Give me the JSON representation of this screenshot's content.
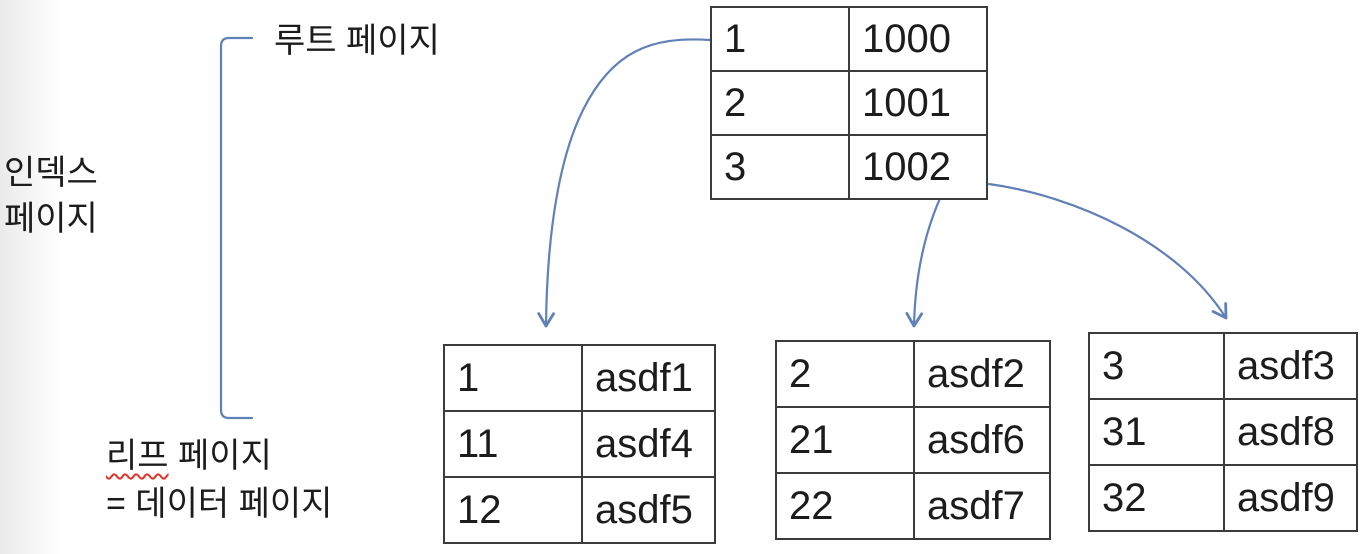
{
  "labels": {
    "root_page": "루트 페이지",
    "index_page_line1": "인덱스",
    "index_page_line2": "페이지",
    "leaf_page_word": "리프",
    "leaf_page_rest": " 페이지",
    "leaf_page_line2": "= 데이터 페이지"
  },
  "tables": {
    "root": {
      "rows": [
        {
          "key": "1",
          "value": "1000"
        },
        {
          "key": "2",
          "value": "1001"
        },
        {
          "key": "3",
          "value": "1002"
        }
      ]
    },
    "leaf1": {
      "rows": [
        {
          "key": "1",
          "value": "asdf1"
        },
        {
          "key": "11",
          "value": "asdf4"
        },
        {
          "key": "12",
          "value": "asdf5"
        }
      ]
    },
    "leaf2": {
      "rows": [
        {
          "key": "2",
          "value": "asdf2"
        },
        {
          "key": "21",
          "value": "asdf6"
        },
        {
          "key": "22",
          "value": "asdf7"
        }
      ]
    },
    "leaf3": {
      "rows": [
        {
          "key": "3",
          "value": "asdf3"
        },
        {
          "key": "31",
          "value": "asdf8"
        },
        {
          "key": "32",
          "value": "asdf9"
        }
      ]
    }
  },
  "colors": {
    "arrow": "#6080b8",
    "table_border": "#3b3b3b",
    "text": "#1c1c1c",
    "squiggle": "#e0342b"
  }
}
